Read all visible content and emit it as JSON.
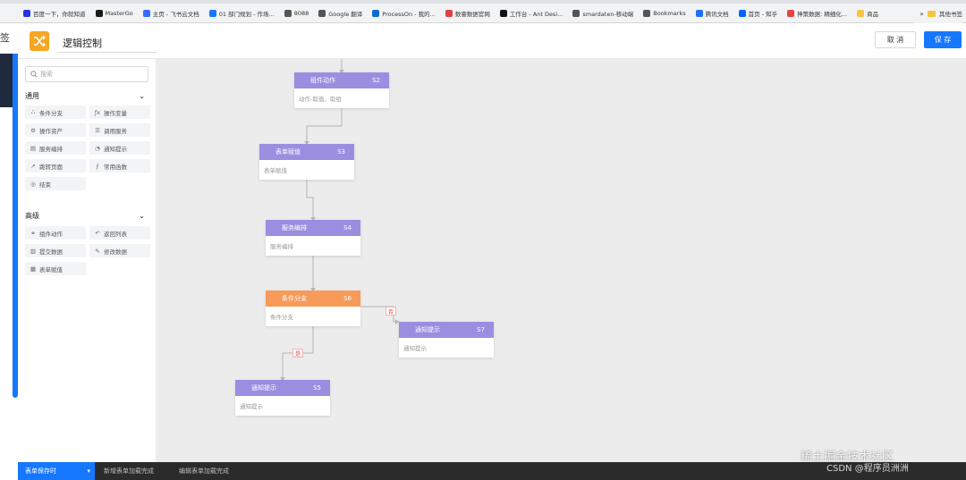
{
  "bookmarks": [
    {
      "label": "百度一下，你就知道",
      "color": "#2932e1"
    },
    {
      "label": "MasterGo",
      "color": "#1a1a1a"
    },
    {
      "label": "主页 - 飞书云文档",
      "color": "#3370ff"
    },
    {
      "label": "01 部门规划 - 作场...",
      "color": "#1677ff"
    },
    {
      "label": "8088",
      "color": "#555555"
    },
    {
      "label": "Google 翻译",
      "color": "#555555"
    },
    {
      "label": "ProcessOn - 我的...",
      "color": "#0a6ed1"
    },
    {
      "label": "数睿数据官网",
      "color": "#e04040"
    },
    {
      "label": "工作台 - Ant Desi...",
      "color": "#111111"
    },
    {
      "label": "smardaten-移动端",
      "color": "#555555"
    },
    {
      "label": "Bookmarks",
      "color": "#555555"
    },
    {
      "label": "腾讯文档",
      "color": "#1e6fff"
    },
    {
      "label": "首页 - 知乎",
      "color": "#0066ff"
    },
    {
      "label": "神策数据: 精细化...",
      "color": "#e84545"
    },
    {
      "label": "商品",
      "color": "#f4c542"
    }
  ],
  "bookmarks_more": "其他书签",
  "background_title": "签",
  "header": {
    "title": "逻辑控制",
    "cancel_label": "取 消",
    "save_label": "保 存"
  },
  "sidebar": {
    "search_placeholder": "搜索",
    "sections": [
      {
        "title": "通用",
        "items": [
          {
            "label": "条件分支",
            "icon": "branch-icon"
          },
          {
            "label": "操作变量",
            "icon": "function-icon"
          },
          {
            "label": "操作资产",
            "icon": "asset-icon"
          },
          {
            "label": "调用服务",
            "icon": "service-icon"
          },
          {
            "label": "服务编排",
            "icon": "orchestration-icon"
          },
          {
            "label": "通知提示",
            "icon": "bell-icon"
          },
          {
            "label": "跳转页面",
            "icon": "jump-icon"
          },
          {
            "label": "常用函数",
            "icon": "formula-icon"
          },
          {
            "label": "结束",
            "icon": "end-icon"
          }
        ]
      },
      {
        "title": "高级",
        "items": [
          {
            "label": "组件动作",
            "icon": "component-icon"
          },
          {
            "label": "返回列表",
            "icon": "return-icon"
          },
          {
            "label": "提交数据",
            "icon": "submit-icon"
          },
          {
            "label": "修改数据",
            "icon": "edit-icon"
          },
          {
            "label": "表单赋值",
            "icon": "form-icon"
          }
        ]
      }
    ]
  },
  "nodes": [
    {
      "id": "S2",
      "title": "组件动作",
      "desc": "动作-取值、取组",
      "color": "purple"
    },
    {
      "id": "S3",
      "title": "表单赋值",
      "desc": "表单赋值",
      "color": "purple"
    },
    {
      "id": "S4",
      "title": "服务编排",
      "desc": "服务编排",
      "color": "purple"
    },
    {
      "id": "S6",
      "title": "条件分支",
      "desc": "条件分支",
      "color": "orange"
    },
    {
      "id": "S7",
      "title": "通知提示",
      "desc": "通知提示",
      "color": "purple"
    },
    {
      "id": "S5",
      "title": "通知提示",
      "desc": "通知提示",
      "color": "purple"
    }
  ],
  "edge_labels": {
    "no": "否",
    "yes": "是"
  },
  "taskbar": {
    "active": "表单保存时",
    "items": [
      "新增表单加载完成",
      "编辑表单加载完成"
    ]
  },
  "watermark": "稀土掘金技术社区",
  "watermark2": "CSDN @程序员洲洲",
  "colors": {
    "primary": "#1677ff",
    "node_purple": "#9b8ee0",
    "node_orange": "#f79a5a",
    "logo": "#f5a623"
  }
}
